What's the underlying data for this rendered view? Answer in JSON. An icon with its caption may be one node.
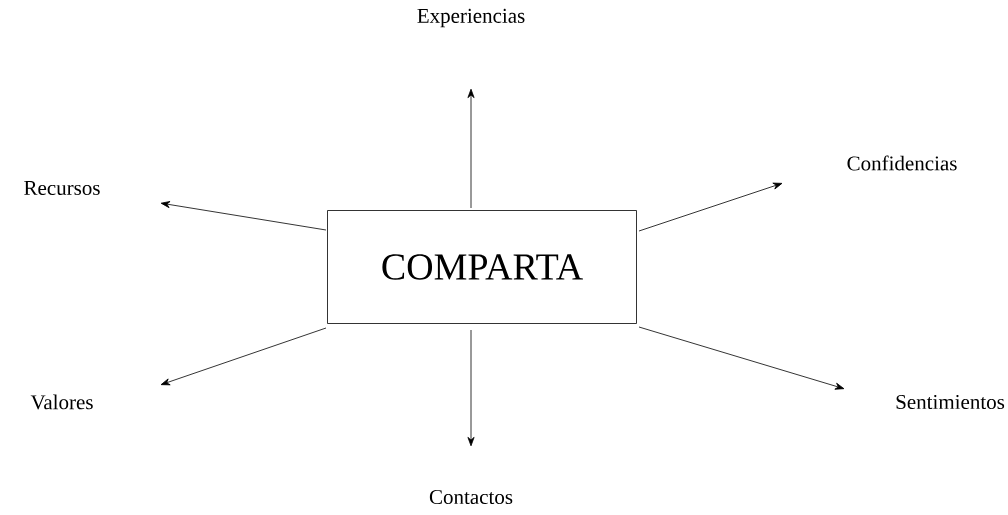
{
  "diagram": {
    "nodes": [
      {
        "text": [
          "COMPARTA"
        ]
      },
      {
        "text": [
          "Experiencias"
        ]
      },
      {
        "text": [
          "Confidencias"
        ]
      },
      {
        "text": [
          "Recursos"
        ]
      },
      {
        "text": [
          "Valores"
        ]
      },
      {
        "text": [
          "Sentimientos"
        ]
      },
      {
        "text": [
          "Contactos"
        ]
      }
    ],
    "edges": [
      {
        "from": 0,
        "to": 1,
        "arrow": "to"
      },
      {
        "from": 0,
        "to": 2,
        "arrow": "to"
      },
      {
        "from": 0,
        "to": 3,
        "arrow": "to"
      },
      {
        "from": 0,
        "to": 4,
        "arrow": "to"
      },
      {
        "from": 0,
        "to": 5,
        "arrow": "to"
      },
      {
        "from": 0,
        "to": 6,
        "arrow": "to"
      }
    ]
  }
}
